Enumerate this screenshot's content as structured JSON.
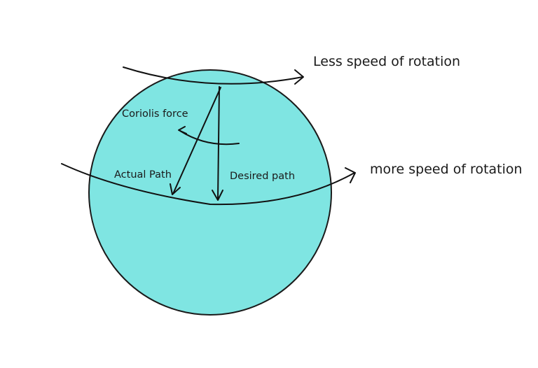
{
  "labels": {
    "less_speed": "Less speed of rotation",
    "more_speed": "more speed of rotation",
    "coriolis": "Coriolis force",
    "actual_path": "Actual Path",
    "desired_path": "Desired path"
  },
  "colors": {
    "earth_fill": "#7fe5e2",
    "earth_stroke": "#1a1a1a",
    "ink": "#111111"
  }
}
